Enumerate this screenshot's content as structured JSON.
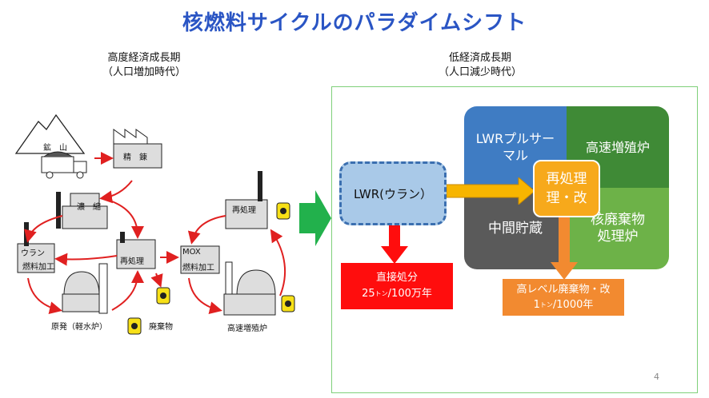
{
  "title": "核燃料サイクルのパラダイムシフト",
  "left_era": {
    "line1": "高度経済成長期",
    "line2": "（人口増加時代）"
  },
  "right_era": {
    "line1": "低経済成長期",
    "line2": "（人口減少時代）"
  },
  "left_diagram": {
    "mine": "鉱　山",
    "refining": "精　錬",
    "enrichment": "濃　縮",
    "uranium_fuel": "ウラン",
    "fuel_fabrication": "燃料加工",
    "reprocessing": "再処理",
    "nuclear_plant": "原発（軽水炉）",
    "waste": "廃棄物",
    "mox": "MOX",
    "mox_fabrication": "燃料加工",
    "reprocessing2": "再処理",
    "fast_breeder": "高速増殖炉"
  },
  "right_diagram": {
    "lwr": "LWR(ウラン）",
    "direct_disposal": {
      "line1": "直接処分",
      "line2_num": "25",
      "line2_unit": "トン",
      "line2_rest": "/100万年"
    },
    "lwr_pluthermal": {
      "line1": "LWRプルサー",
      "line2": "マル"
    },
    "fast_breeder_reactor": "高速増殖炉",
    "interim_storage": "中間貯蔵",
    "nuclear_waste_reactor": {
      "line1": "核廃棄物",
      "line2": "処理炉"
    },
    "reprocessing": {
      "line1": "再処理",
      "line2": "理・改"
    },
    "hlw": {
      "line1": "高レベル廃棄物・改",
      "line2_num": "1",
      "line2_unit": "トン",
      "line2_rest": "/1000年"
    }
  },
  "page_number": "4",
  "colors": {
    "title": "#2a55c4",
    "blue": "#3f7cc3",
    "green_dark": "#3f8a36",
    "green_light": "#6db248",
    "gray": "#5a5a5a",
    "orange": "#f7a91b",
    "red": "#ff0d0d",
    "arrow_green": "#22b14c"
  }
}
